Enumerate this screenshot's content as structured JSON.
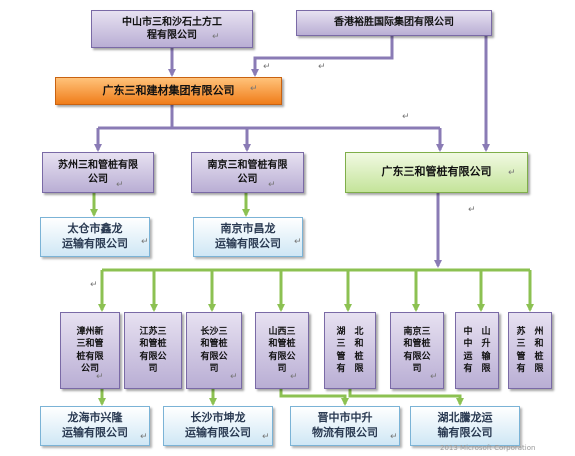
{
  "nodes": {
    "zhongshan": "中山市三和沙石土方工\n程有限公司",
    "hongkong": "香港裕胜国际集团有限公司",
    "guangdong_jiancai": "广东三和建材集团有限公司",
    "suzhou": "苏州三和管桩有限\n公司",
    "nanjing": "南京三和管桩有限\n公司",
    "guangdong_guanzhuang": "广东三和管桩有限公司",
    "taicang": "太仓市鑫龙\n运输有限公司",
    "nanjing_changlong": "南京市昌龙\n运输有限公司",
    "zhangzhou": "漳州新\n三和管\n桩有限\n公司",
    "jiangsu": "江苏三\n和管桩\n有限公\n司",
    "changsha": "长沙三\n和管桩\n有限公\n司",
    "shanxi": "山西三\n和管桩\n有限公\n司",
    "hubei": "湖　北\n三　和\n管　桩\n有　限",
    "nanjing2": "南京三\n和管桩\n有限公\n司",
    "zhongshan2": "中　山\n中　升\n运　输\n有　限",
    "suzhou2": "苏　州\n三　和\n管　桩\n有　限",
    "longhai": "龙海市兴隆\n运输有限公司",
    "changsha_kunlong": "长沙市坤龙\n运输有限公司",
    "jinzhong": "晋中市中升\n物流有限公司",
    "hubei_tenglong": "湖北騰龙运\n输有限公司"
  },
  "colors": {
    "connector": "#8a7bb5",
    "green_connector": "#8cc152",
    "purple_fill": "#cfc6e3",
    "orange_fill": "#f5962e",
    "green_fill": "#d6edb9",
    "blue_fill": "#dcecf7"
  },
  "marks": {
    "para": "↵",
    "para_small": "↲"
  },
  "footer": "2013 Microsoft Corporation"
}
